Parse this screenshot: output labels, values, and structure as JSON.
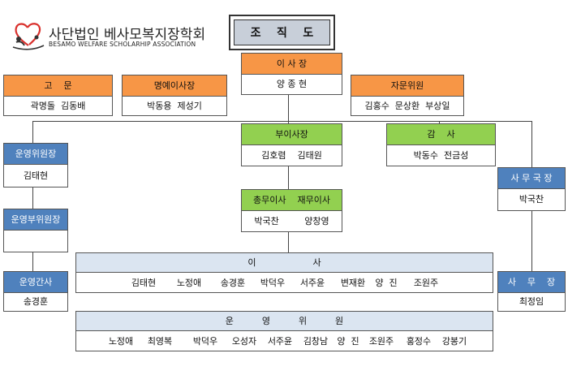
{
  "header": {
    "org_name_ko": "사단법인 베사모복지장학회",
    "org_name_en": "BESAMO WELFARE SCHOLARHIP ASSOCIATION",
    "chart_title": "조    직    도"
  },
  "nodes": {
    "chairman": {
      "title": "이 사 장",
      "members": "양 종 현"
    },
    "advisor": {
      "title": "고    문",
      "members": "곽명돌  김동배"
    },
    "honorary_chairman": {
      "title": "명예이사장",
      "members": "박동용  제성기"
    },
    "consulting": {
      "title": "자문위원",
      "members": "김홍수  문상환  부상일"
    },
    "vice_chairman": {
      "title": "부이사장",
      "members": "김호렴    김태원"
    },
    "auditor": {
      "title": "감    사",
      "members": "박동수  전금성"
    },
    "ops_chair": {
      "title": "운영위원장",
      "members": "김태현"
    },
    "ops_vice_chair": {
      "title": "운영부위원장",
      "members": ""
    },
    "ops_secretary": {
      "title": "운영간사",
      "members": "송경훈"
    },
    "general_treasurer": {
      "title": "총무이사    재무이사",
      "members": "박국찬         양창영"
    },
    "secretary_general": {
      "title": "사 무 국 장",
      "members": "박국찬"
    },
    "office_manager": {
      "title": "사    무    장",
      "members": "최정임"
    },
    "directors": {
      "title": "이                    사",
      "members": [
        "김태현",
        "노정애",
        "송경훈",
        "박덕우",
        "서주윤",
        "변재환",
        "양  진",
        "조원주"
      ]
    },
    "committee": {
      "title": "운          영          위          원",
      "members": [
        "노정애",
        "최영복",
        "박덕우",
        "오성자",
        "서주윤",
        "김창남",
        "양  진",
        "조원주",
        "홍정수",
        "강봉기"
      ]
    }
  },
  "colors": {
    "orange": "#f79646",
    "green": "#92d050",
    "blue": "#4f81bd",
    "light_blue": "#dbe5f1",
    "logo_red": "#d9302c"
  }
}
